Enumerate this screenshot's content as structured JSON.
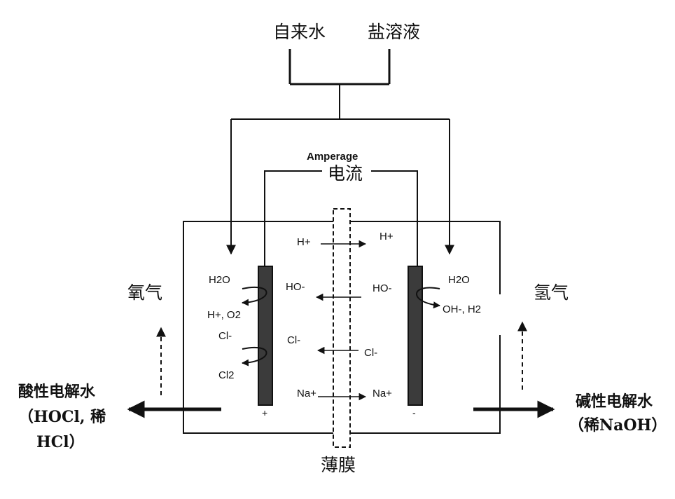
{
  "labels": {
    "tap_water": "自来水",
    "salt_solution": "盐溶液",
    "amperage": "Amperage",
    "current": "电流",
    "oxygen": "氧气",
    "hydrogen": "氢气",
    "membrane": "薄膜",
    "acidic_water": "酸性电解水",
    "acidic_formula_line1": "（HOCl, 稀",
    "acidic_formula_line2": "HCl）",
    "alkaline_water": "碱性电解水",
    "alkaline_formula": "（稀NaOH）",
    "anode_sign": "+",
    "cathode_sign": "-"
  },
  "species": {
    "h2o": "H2O",
    "h_plus_o2": "H+, O2",
    "cl_minus": "Cl-",
    "cl2": "Cl2",
    "oh_h2": "OH-, H2",
    "h_plus": "H+",
    "ho_minus": "HO-",
    "na_plus": "Na+"
  }
}
